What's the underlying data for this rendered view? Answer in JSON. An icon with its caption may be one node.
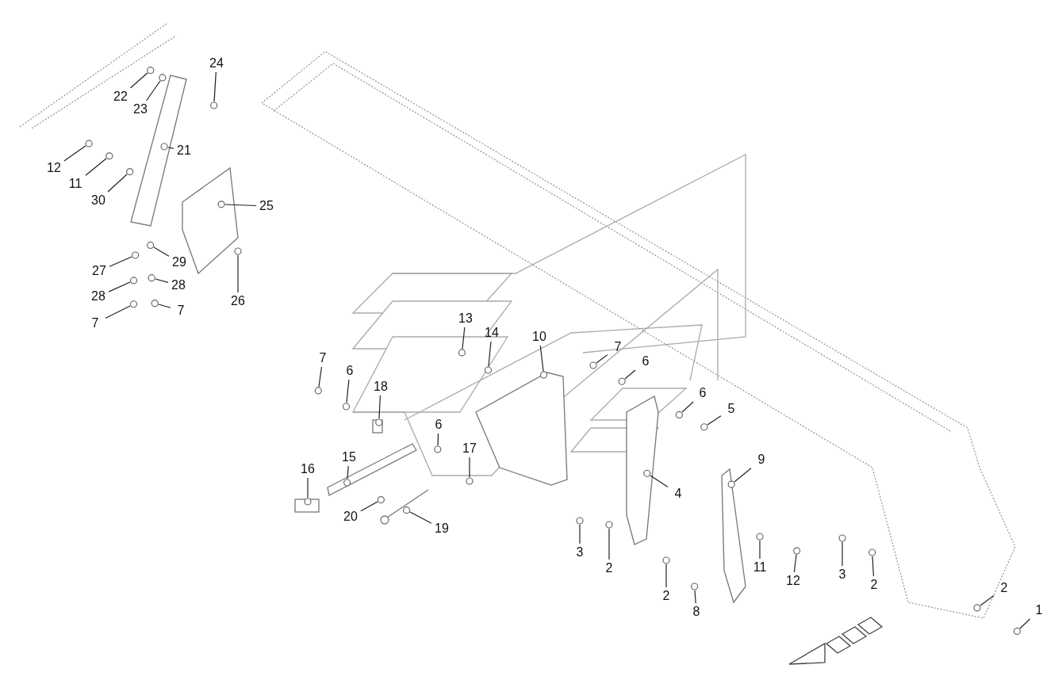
{
  "diagram": {
    "nodes": [
      {
        "text": [
          "24"
        ]
      },
      {
        "text": [
          "22"
        ]
      },
      {
        "text": [
          "23"
        ]
      },
      {
        "text": [
          "21"
        ]
      },
      {
        "text": [
          "12"
        ]
      },
      {
        "text": [
          "11"
        ]
      },
      {
        "text": [
          "30"
        ]
      },
      {
        "text": [
          "25"
        ]
      },
      {
        "text": [
          "27"
        ]
      },
      {
        "text": [
          "29"
        ]
      },
      {
        "text": [
          "28"
        ]
      },
      {
        "text": [
          "28"
        ]
      },
      {
        "text": [
          "26"
        ]
      },
      {
        "text": [
          "7"
        ]
      },
      {
        "text": [
          "7"
        ]
      },
      {
        "text": [
          "13"
        ]
      },
      {
        "text": [
          "14"
        ]
      },
      {
        "text": [
          "10"
        ]
      },
      {
        "text": [
          "7"
        ]
      },
      {
        "text": [
          "6"
        ]
      },
      {
        "text": [
          "7"
        ]
      },
      {
        "text": [
          "6"
        ]
      },
      {
        "text": [
          "18"
        ]
      },
      {
        "text": [
          "6"
        ]
      },
      {
        "text": [
          "5"
        ]
      },
      {
        "text": [
          "6"
        ]
      },
      {
        "text": [
          "17"
        ]
      },
      {
        "text": [
          "9"
        ]
      },
      {
        "text": [
          "16"
        ]
      },
      {
        "text": [
          "15"
        ]
      },
      {
        "text": [
          "4"
        ]
      },
      {
        "text": [
          "20"
        ]
      },
      {
        "text": [
          "19"
        ]
      },
      {
        "text": [
          "3"
        ]
      },
      {
        "text": [
          "2"
        ]
      },
      {
        "text": [
          "11"
        ]
      },
      {
        "text": [
          "12"
        ]
      },
      {
        "text": [
          "3"
        ]
      },
      {
        "text": [
          "2"
        ]
      },
      {
        "text": [
          "2"
        ]
      },
      {
        "text": [
          "8"
        ]
      },
      {
        "text": [
          "2"
        ]
      },
      {
        "text": [
          "1"
        ]
      }
    ],
    "edges": [
      {
        "from": 0,
        "to": null,
        "arrow": "none"
      },
      {
        "from": 1,
        "to": null,
        "arrow": "none"
      },
      {
        "from": 2,
        "to": null,
        "arrow": "none"
      },
      {
        "from": 3,
        "to": null,
        "arrow": "none"
      },
      {
        "from": 4,
        "to": null,
        "arrow": "none"
      },
      {
        "from": 5,
        "to": null,
        "arrow": "none"
      },
      {
        "from": 6,
        "to": null,
        "arrow": "none"
      },
      {
        "from": 7,
        "to": null,
        "arrow": "none"
      },
      {
        "from": 8,
        "to": null,
        "arrow": "none"
      },
      {
        "from": 9,
        "to": null,
        "arrow": "none"
      },
      {
        "from": 10,
        "to": null,
        "arrow": "none"
      },
      {
        "from": 11,
        "to": null,
        "arrow": "none"
      },
      {
        "from": 12,
        "to": null,
        "arrow": "none"
      },
      {
        "from": 13,
        "to": null,
        "arrow": "none"
      },
      {
        "from": 14,
        "to": null,
        "arrow": "none"
      },
      {
        "from": 15,
        "to": null,
        "arrow": "none"
      },
      {
        "from": 16,
        "to": null,
        "arrow": "none"
      },
      {
        "from": 17,
        "to": null,
        "arrow": "none"
      },
      {
        "from": 18,
        "to": null,
        "arrow": "none"
      },
      {
        "from": 19,
        "to": null,
        "arrow": "none"
      },
      {
        "from": 20,
        "to": null,
        "arrow": "none"
      },
      {
        "from": 21,
        "to": null,
        "arrow": "none"
      },
      {
        "from": 22,
        "to": null,
        "arrow": "none"
      },
      {
        "from": 23,
        "to": null,
        "arrow": "none"
      },
      {
        "from": 24,
        "to": null,
        "arrow": "none"
      },
      {
        "from": 25,
        "to": null,
        "arrow": "none"
      },
      {
        "from": 26,
        "to": null,
        "arrow": "none"
      },
      {
        "from": 27,
        "to": null,
        "arrow": "none"
      },
      {
        "from": 28,
        "to": null,
        "arrow": "none"
      },
      {
        "from": 29,
        "to": null,
        "arrow": "none"
      },
      {
        "from": 30,
        "to": null,
        "arrow": "none"
      },
      {
        "from": 31,
        "to": null,
        "arrow": "none"
      },
      {
        "from": 32,
        "to": null,
        "arrow": "none"
      },
      {
        "from": 33,
        "to": null,
        "arrow": "none"
      },
      {
        "from": 34,
        "to": null,
        "arrow": "none"
      },
      {
        "from": 35,
        "to": null,
        "arrow": "none"
      },
      {
        "from": 36,
        "to": null,
        "arrow": "none"
      },
      {
        "from": 37,
        "to": null,
        "arrow": "none"
      },
      {
        "from": 38,
        "to": null,
        "arrow": "none"
      },
      {
        "from": 39,
        "to": null,
        "arrow": "none"
      },
      {
        "from": 40,
        "to": null,
        "arrow": "none"
      },
      {
        "from": 41,
        "to": null,
        "arrow": "none"
      },
      {
        "from": 42,
        "to": null,
        "arrow": "none"
      }
    ]
  }
}
